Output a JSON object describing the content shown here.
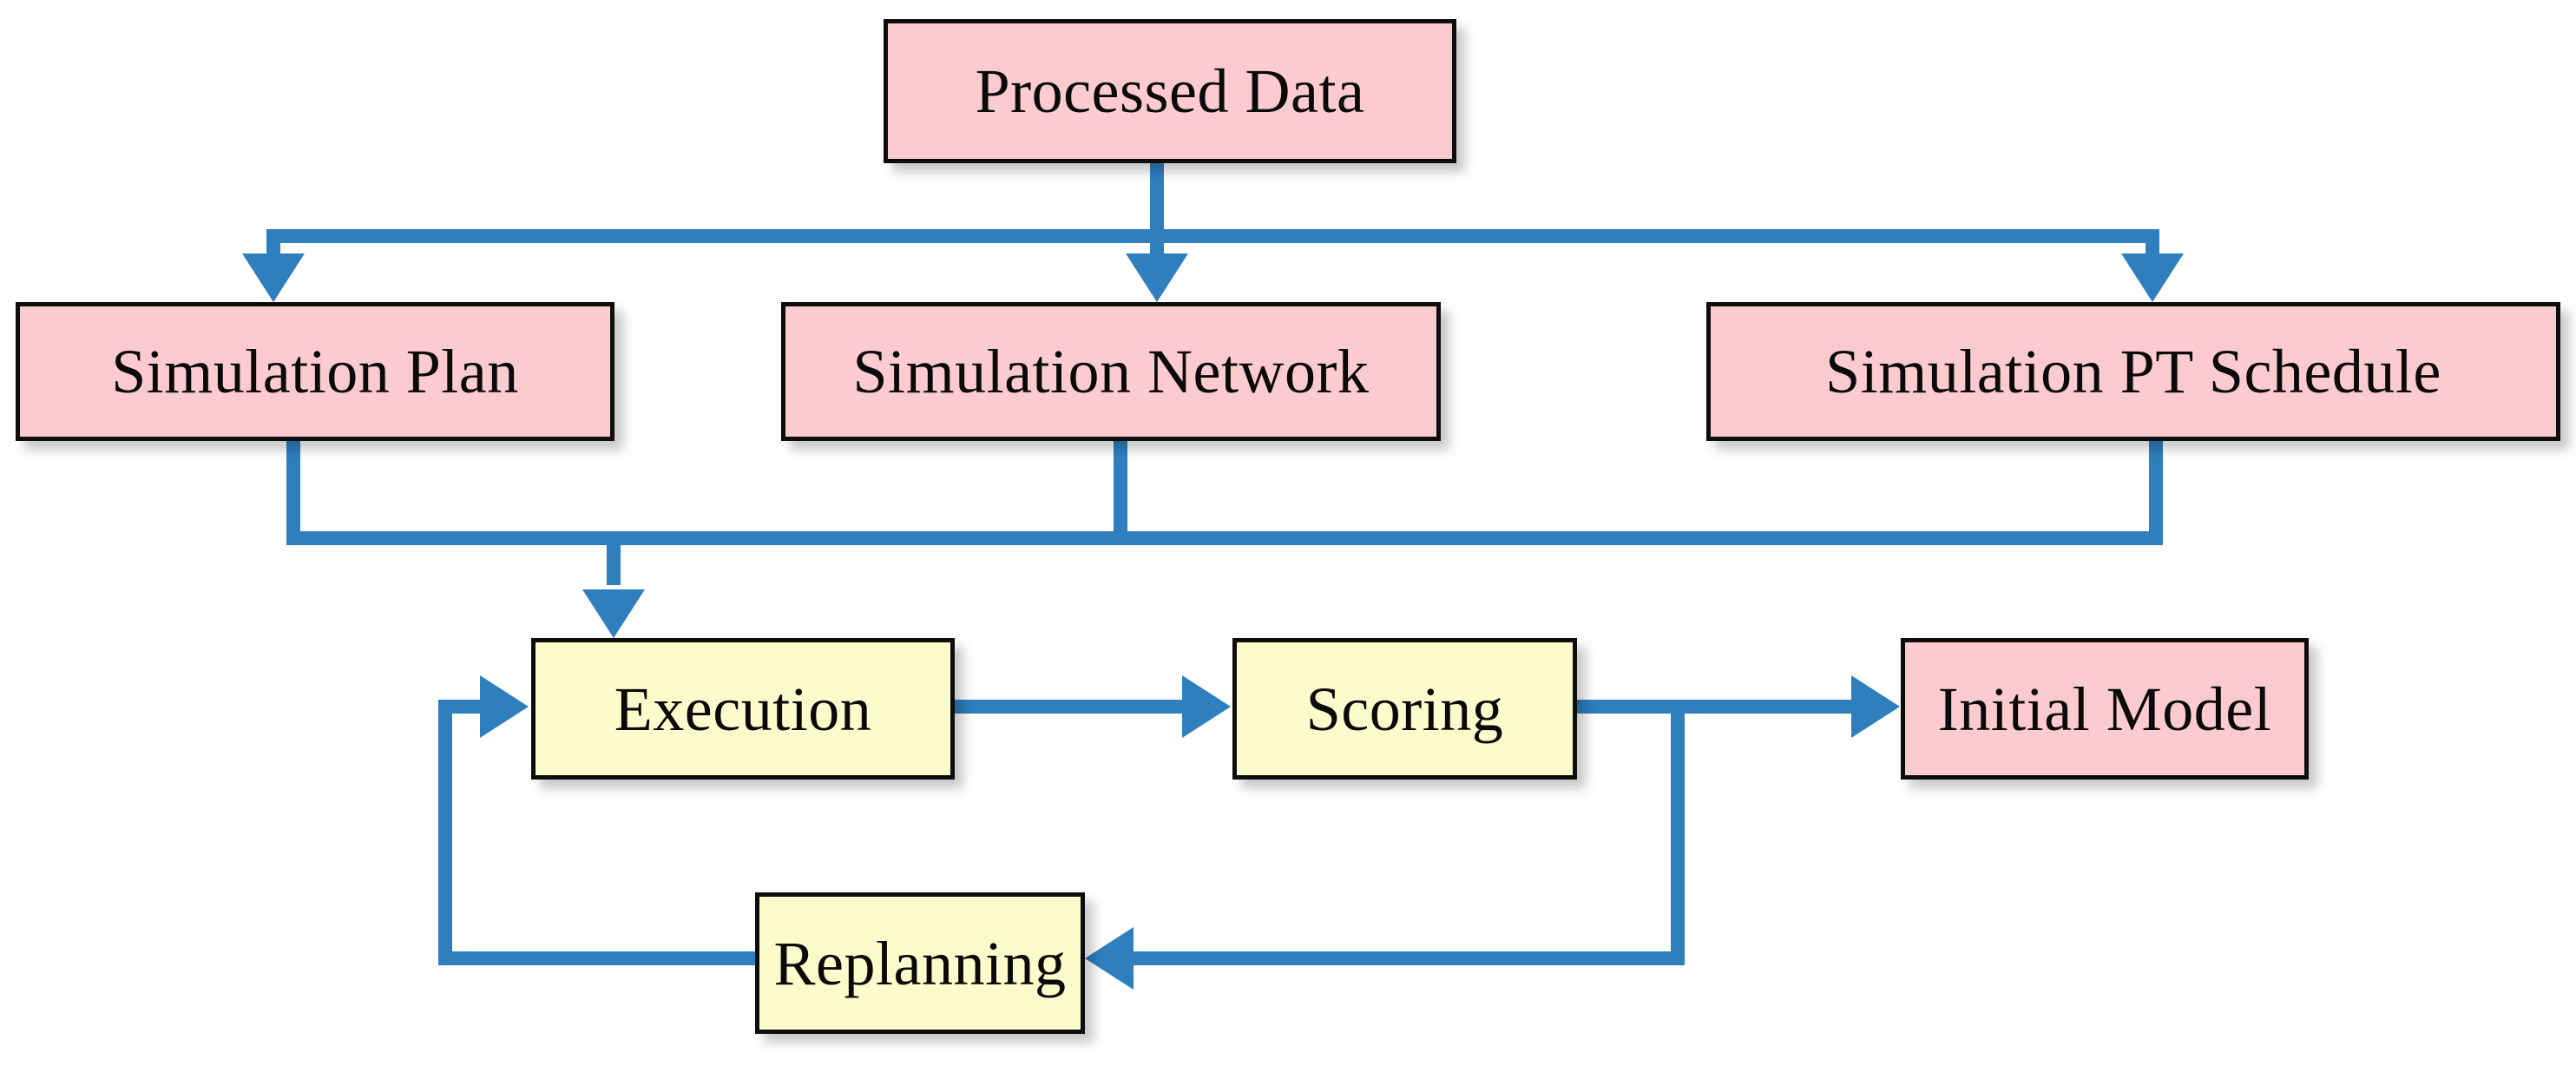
{
  "diagram": {
    "title": "Simulation-based model construction flowchart",
    "colors": {
      "pink_fill": "#fccbd0",
      "yellow_fill": "#fcfbcc",
      "node_border": "#0d0d0d",
      "connector_blue": "#2f7fbf",
      "background": "#ffffff",
      "text": "#0a0a0a"
    },
    "nodes": [
      {
        "id": "processed-data",
        "label": "Processed Data",
        "fill": "pink"
      },
      {
        "id": "simulation-plan",
        "label": "Simulation Plan",
        "fill": "pink"
      },
      {
        "id": "simulation-network",
        "label": "Simulation Network",
        "fill": "pink"
      },
      {
        "id": "simulation-pt-schedule",
        "label": "Simulation PT Schedule",
        "fill": "pink"
      },
      {
        "id": "execution",
        "label": "Execution",
        "fill": "yellow"
      },
      {
        "id": "scoring",
        "label": "Scoring",
        "fill": "yellow"
      },
      {
        "id": "initial-model",
        "label": "Initial Model",
        "fill": "pink"
      },
      {
        "id": "replanning",
        "label": "Replanning",
        "fill": "yellow"
      }
    ],
    "edges": [
      {
        "from": "processed-data",
        "to": "simulation-plan",
        "style": "orthogonal-split",
        "arrow": "down"
      },
      {
        "from": "processed-data",
        "to": "simulation-network",
        "style": "straight",
        "arrow": "down"
      },
      {
        "from": "processed-data",
        "to": "simulation-pt-schedule",
        "style": "orthogonal-split",
        "arrow": "down"
      },
      {
        "from": "simulation-plan",
        "to": "execution",
        "style": "orthogonal-merge",
        "arrow": "down"
      },
      {
        "from": "simulation-network",
        "to": "execution",
        "style": "orthogonal-merge",
        "arrow": "down"
      },
      {
        "from": "simulation-pt-schedule",
        "to": "execution",
        "style": "orthogonal-merge",
        "arrow": "down"
      },
      {
        "from": "execution",
        "to": "scoring",
        "style": "straight",
        "arrow": "right"
      },
      {
        "from": "scoring",
        "to": "initial-model",
        "style": "straight",
        "arrow": "right"
      },
      {
        "from": "scoring",
        "to": "replanning",
        "style": "orthogonal",
        "arrow": "left"
      },
      {
        "from": "replanning",
        "to": "execution",
        "style": "orthogonal",
        "arrow": "right"
      }
    ]
  }
}
